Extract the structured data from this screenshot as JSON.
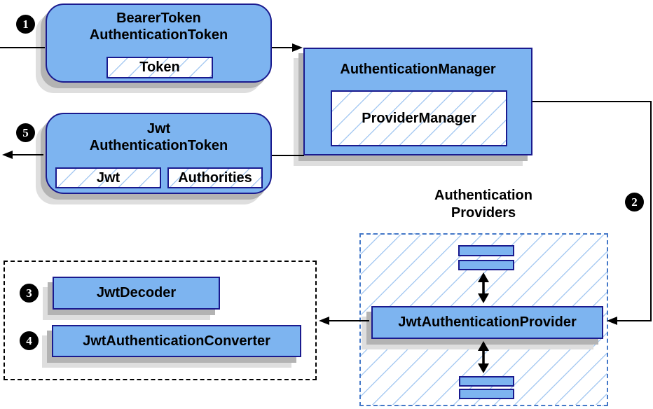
{
  "badges": {
    "step1": "1",
    "step2": "2",
    "step3": "3",
    "step4": "4",
    "step5": "5"
  },
  "nodes": {
    "bearer_token": {
      "title_line1": "BearerToken",
      "title_line2": "AuthenticationToken",
      "chip_token": "Token"
    },
    "authentication_manager": {
      "title": "AuthenticationManager",
      "chip_provider_manager": "ProviderManager"
    },
    "jwt_authentication_token": {
      "title_line1": "Jwt",
      "title_line2": "AuthenticationToken",
      "chip_jwt": "Jwt",
      "chip_authorities": "Authorities"
    },
    "providers_group": {
      "label_line1": "Authentication",
      "label_line2": "Providers",
      "provider": "JwtAuthenticationProvider"
    },
    "decoder_group": {
      "decoder": "JwtDecoder",
      "converter": "JwtAuthenticationConverter"
    }
  },
  "colors": {
    "node_fill": "#7db4f0",
    "node_border": "#1a1a8e",
    "hatch_line": "#a9cbf2",
    "providers_border": "#4478c8",
    "shadow_dark": "#b3b3b3",
    "shadow_light": "#dedede",
    "badge_bg": "#000000",
    "badge_text": "#ffffff",
    "wire": "#000000"
  }
}
